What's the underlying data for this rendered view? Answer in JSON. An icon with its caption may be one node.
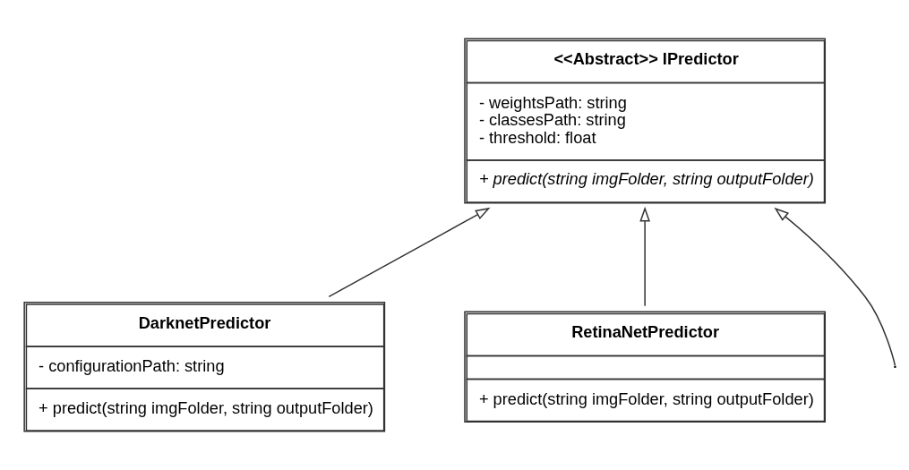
{
  "diagram": {
    "nodes": [
      {
        "text": [
          "<<Abstract>> IPredictor",
          "- weightsPath: string",
          "- classesPath: string",
          "- threshold: float",
          "+ predict(string imgFolder, string outputFolder)"
        ]
      },
      {
        "text": [
          "DarknetPredictor",
          "- configurationPath: string",
          "+ predict(string imgFolder, string outputFolder)"
        ]
      },
      {
        "text": [
          "RetinaNetPredictor",
          "+ predict(string imgFolder, string outputFolder)"
        ]
      }
    ],
    "edges": [
      {
        "from": 1,
        "to": 0,
        "arrow": "to"
      },
      {
        "from": 2,
        "to": 0,
        "arrow": "to"
      },
      {
        "from": null,
        "to": 0,
        "arrow": "to"
      }
    ]
  }
}
